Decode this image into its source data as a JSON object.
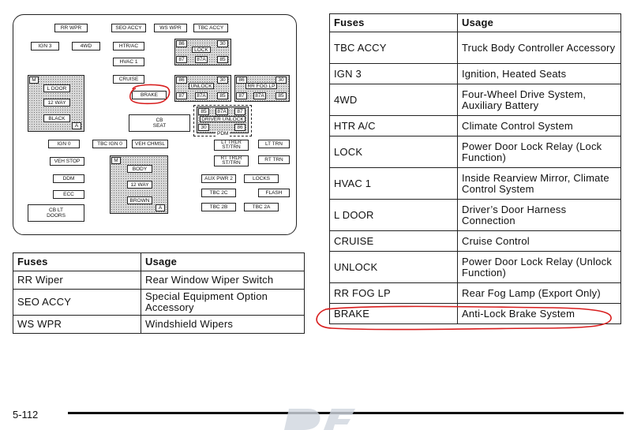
{
  "diagram": {
    "top_row": [
      "RR WPR",
      "SEO ACCY",
      "WS WPR",
      "TBC ACCY"
    ],
    "second_row": [
      "IGN 3",
      "4WD",
      "HTR/AC"
    ],
    "hvac": "HVAC 1",
    "cruise": "CRUISE",
    "brake": "BRAKE",
    "relay_lock": {
      "n1": "86",
      "n2": "30",
      "label": "LOCK",
      "n3": "87",
      "n4": "87A",
      "n5": "85"
    },
    "relay_unlock": {
      "n1": "86",
      "n2": "30",
      "label": "UNLOCK",
      "n3": "87",
      "n4": "87A",
      "n5": "85"
    },
    "relay_fog": {
      "n1": "86",
      "n2": "30",
      "label": "RR FOG LP",
      "n3": "87",
      "n4": "87A",
      "n5": "85"
    },
    "relay_driver": {
      "n1": "85",
      "n2": "87A",
      "n3": "87",
      "label": "DRIVER UNLOCK",
      "n4": "30",
      "n5": "86"
    },
    "pdm": "PDM",
    "connector_left": {
      "m": "M",
      "l_door": "L DOOR",
      "way": "12 WAY",
      "black": "BLACK",
      "a": "A"
    },
    "cb_seat": "CB SEAT",
    "ign0_row": [
      "IGN 0",
      "TBC IGN 0",
      "VEH CHMSL"
    ],
    "veh_stop": "VEH STOP",
    "ddm": "DDM",
    "ecc": "ECC",
    "cb_lt_doors": "CB LT DOORS",
    "connector_body": {
      "m": "M",
      "body": "BODY",
      "way": "12 WAY",
      "brown": "BROWN",
      "a": "A"
    },
    "right_fuses": [
      "LT TRLR ST/TRN",
      "LT TRN",
      "RT TRLR ST/TRN",
      "RT TRN",
      "AUX PWR 2",
      "LOCKS",
      "TBC 2C",
      "FLASH",
      "TBC 2B",
      "TBC 2A"
    ]
  },
  "left_table": {
    "headers": [
      "Fuses",
      "Usage"
    ],
    "rows": [
      [
        "RR Wiper",
        "Rear Window Wiper Switch"
      ],
      [
        "SEO ACCY",
        "Special Equipment Option Accessory"
      ],
      [
        "WS WPR",
        "Windshield Wipers"
      ]
    ]
  },
  "right_table": {
    "headers": [
      "Fuses",
      "Usage"
    ],
    "rows": [
      [
        "TBC ACCY",
        "Truck Body Controller Accessory"
      ],
      [
        "IGN 3",
        "Ignition, Heated Seats"
      ],
      [
        "4WD",
        "Four-Wheel Drive System, Auxiliary Battery"
      ],
      [
        "HTR A/C",
        "Climate Control System"
      ],
      [
        "LOCK",
        "Power Door Lock Relay (Lock Function)"
      ],
      [
        "HVAC 1",
        "Inside Rearview Mirror, Climate Control System"
      ],
      [
        "L DOOR",
        "Driver’s Door Harness Connection"
      ],
      [
        "CRUISE",
        "Cruise Control"
      ],
      [
        "UNLOCK",
        "Power Door Lock Relay (Unlock Function)"
      ],
      [
        "RR FOG LP",
        "Rear Fog Lamp (Export Only)"
      ],
      [
        "BRAKE",
        "Anti-Lock Brake System"
      ]
    ]
  },
  "page_number": "5-112",
  "annotation_color": "#d81e1e"
}
